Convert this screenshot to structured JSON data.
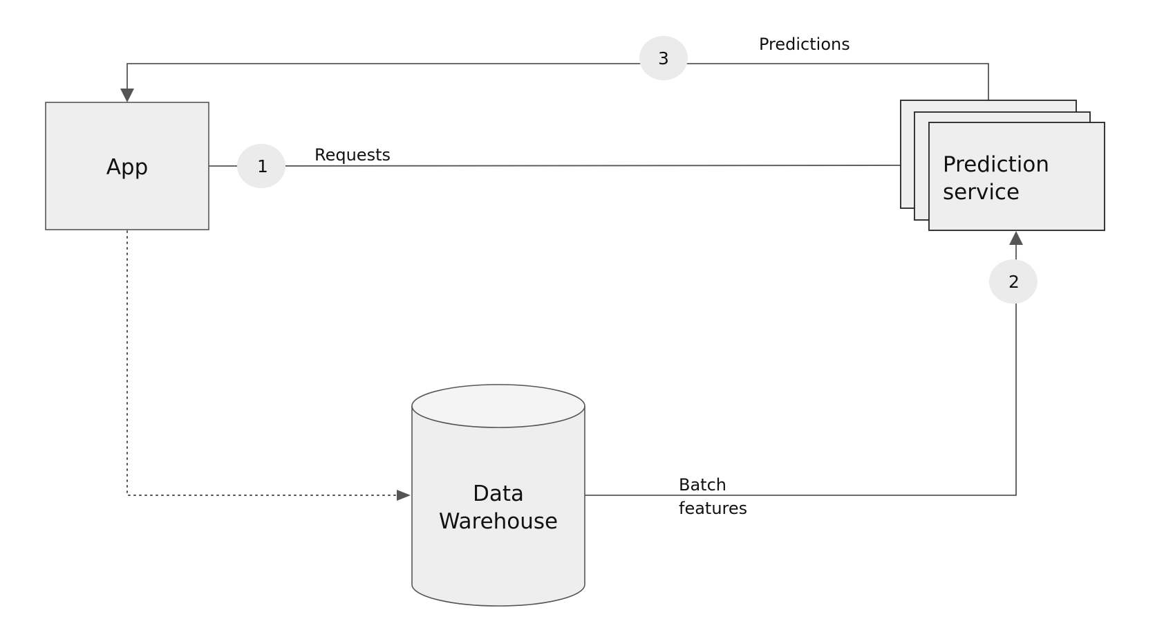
{
  "nodes": {
    "app": {
      "label": "App"
    },
    "prediction_service": {
      "label_lines": [
        "Prediction",
        "service"
      ]
    },
    "data_warehouse": {
      "label_lines": [
        "Data",
        "Warehouse"
      ]
    }
  },
  "edges": {
    "requests": {
      "step": "1",
      "label": "Requests"
    },
    "batch_features": {
      "step": "2",
      "label_lines": [
        "Batch",
        "features"
      ]
    },
    "predictions": {
      "step": "3",
      "label": "Predictions"
    }
  },
  "colors": {
    "node_fill": "#eeeeee",
    "stroke": "#555555",
    "badge_fill": "#ebebeb",
    "text": "#111111"
  }
}
